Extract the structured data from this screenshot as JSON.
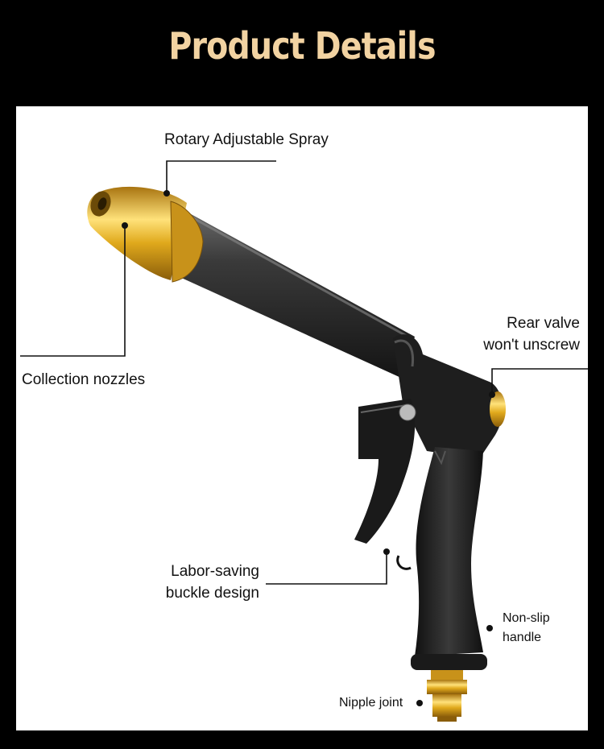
{
  "header": {
    "title": "Product Details"
  },
  "callouts": {
    "rotary": "Rotary Adjustable Spray",
    "collection": "Collection nozzles",
    "rear_line1": "Rear valve",
    "rear_line2": "won't unscrew",
    "labor_line1": "Labor-saving",
    "labor_line2": "buckle design",
    "nonslip_line1": "Non-slip",
    "nonslip_line2": "handle",
    "nipple": "Nipple joint"
  },
  "colors": {
    "title": "#f2d3a2",
    "brass": "#d8a51a",
    "body": "#2b2b2b",
    "background": "#000000",
    "panel": "#ffffff"
  }
}
